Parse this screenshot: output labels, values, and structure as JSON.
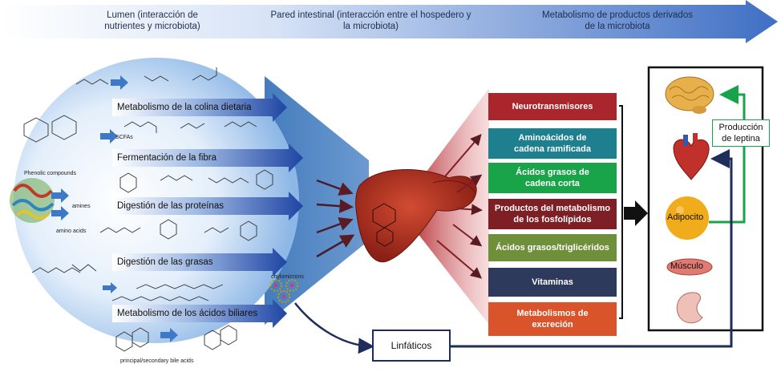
{
  "header": {
    "stage1": "Lumen (interacción de nutrientes y microbiota)",
    "stage1_line1": "Lumen (interacción de",
    "stage1_line2": "nutrientes y microbiota)",
    "stage2_line1": "Pared intestinal (interacción entre el hospedero y",
    "stage2_line2": "la microbiota)",
    "stage3_line1": "Metabolismo de productos derivados",
    "stage3_line2": "de la microbiota"
  },
  "lumen_processes": [
    "Metabolismo de la colina dietaria",
    "Fermentación de la fibra",
    "Digestión de las proteínas",
    "Digestión de las grasas",
    "Metabolismo de los ácidos biliares"
  ],
  "molecule_labels": {
    "scfas": "SCFAs",
    "phenolic": "Phenolic compounds",
    "amines": "amines",
    "amino_acids": "amino acids",
    "chylomicrons": "chylomicrons",
    "bile_acids": "principal/secondary bile acids"
  },
  "metabolites": [
    {
      "label_line1": "Neurotransmisores",
      "label_line2": "",
      "color": "#a8262c"
    },
    {
      "label_line1": "Aminoácidos de",
      "label_line2": "cadena ramificada",
      "color": "#1e7f8e"
    },
    {
      "label_line1": "Ácidos grasos de",
      "label_line2": "cadena corta",
      "color": "#1aa449"
    },
    {
      "label_line1": "Productos del metabolismo",
      "label_line2": "de los fosfolípidos",
      "color": "#7d1f24"
    },
    {
      "label_line1": "Ácidos grasos/triglicéridos",
      "label_line2": "",
      "color": "#6f8f3b"
    },
    {
      "label_line1": "Vitaminas",
      "label_line2": "",
      "color": "#2d3a5c"
    },
    {
      "label_line1": "Metabolismos de",
      "label_line2": "excreción",
      "color": "#d9532b"
    }
  ],
  "organs": {
    "adipocito": "Adipocito",
    "musculo": "Músculo"
  },
  "leptina": {
    "line1": "Producción",
    "line2": "de leptina"
  },
  "linfaticos": "Linfáticos",
  "colors": {
    "header_arrow": "#4a78c8",
    "process_arrow": "#2046a3",
    "leptina_green": "#16a34a",
    "lymph_navy": "#1f2d5a"
  }
}
